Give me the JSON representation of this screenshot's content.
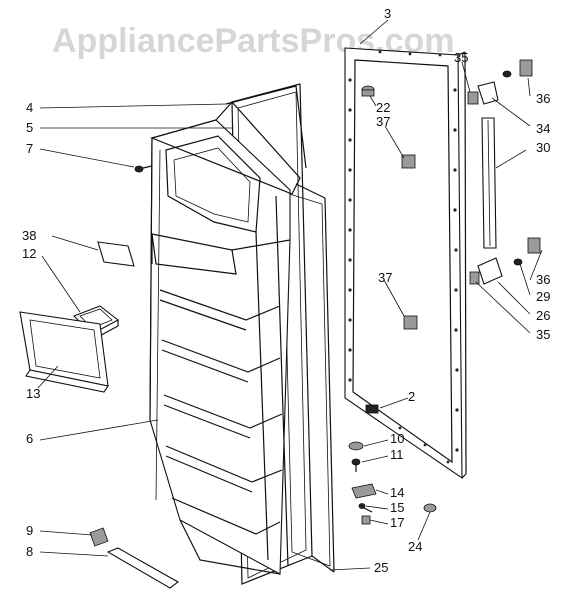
{
  "watermark": "AppliancePartsPros.com",
  "callouts": [
    {
      "id": "c3",
      "text": "3"
    },
    {
      "id": "c35a",
      "text": "35"
    },
    {
      "id": "c36a",
      "text": "36"
    },
    {
      "id": "c22",
      "text": "22"
    },
    {
      "id": "c37a",
      "text": "37"
    },
    {
      "id": "c34",
      "text": "34"
    },
    {
      "id": "c30",
      "text": "30"
    },
    {
      "id": "c4",
      "text": "4"
    },
    {
      "id": "c5",
      "text": "5"
    },
    {
      "id": "c7",
      "text": "7"
    },
    {
      "id": "c38",
      "text": "38"
    },
    {
      "id": "c12",
      "text": "12"
    },
    {
      "id": "c37b",
      "text": "37"
    },
    {
      "id": "c36b",
      "text": "36"
    },
    {
      "id": "c29",
      "text": "29"
    },
    {
      "id": "c26",
      "text": "26"
    },
    {
      "id": "c35b",
      "text": "35"
    },
    {
      "id": "c2",
      "text": "2"
    },
    {
      "id": "c13",
      "text": "13"
    },
    {
      "id": "c6",
      "text": "6"
    },
    {
      "id": "c10",
      "text": "10"
    },
    {
      "id": "c11",
      "text": "11"
    },
    {
      "id": "c14",
      "text": "14"
    },
    {
      "id": "c15",
      "text": "15"
    },
    {
      "id": "c17",
      "text": "17"
    },
    {
      "id": "c9",
      "text": "9"
    },
    {
      "id": "c24",
      "text": "24"
    },
    {
      "id": "c8",
      "text": "8"
    },
    {
      "id": "c25",
      "text": "25"
    }
  ]
}
